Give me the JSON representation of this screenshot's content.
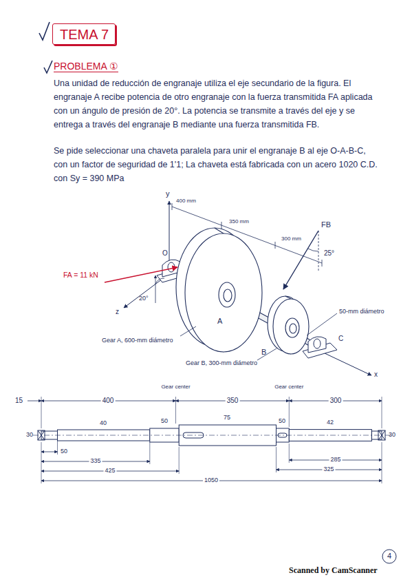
{
  "diagram": {
    "nodes": [
      {
        "text": [
          "TEMA 7"
        ]
      }
    ],
    "labels": [
      "PROBLEMA ①",
      "Una unidad de reducción de engranaje utiliza el eje secundario de la figura. El engranaje A recibe potencia de otro engranaje con la fuerza transmitida FA aplicada con un ángulo de presión de 20°. La potencia se transmite a través del eje y se entrega a través del engranaje B mediante una fuerza transmitida FB.",
      "Se pide seleccionar una chaveta paralela para unir el engranaje B al eje O-A-B-C, con un factor de seguridad de 1'1; La chaveta está fabricada con un acero 1020 C.D. con Sy = 390 MPa",
      "y",
      "400 mm",
      "350 mm",
      "300 mm",
      "FB",
      "25°",
      "O",
      "FA = 11 kN",
      "20°",
      "z",
      "A",
      "B",
      "50-mm diámetro",
      "C",
      "x",
      "Gear A, 600-mm diámetro",
      "Gear B, 300-mm diámetro",
      "Gear center",
      "Gear center",
      "15",
      "400",
      "350",
      "300",
      "30",
      "40",
      "50",
      "75",
      "50",
      "42",
      "30",
      "50",
      "335",
      "425",
      "285",
      "325",
      "1050",
      "4",
      "Scanned by CamScanner"
    ]
  }
}
